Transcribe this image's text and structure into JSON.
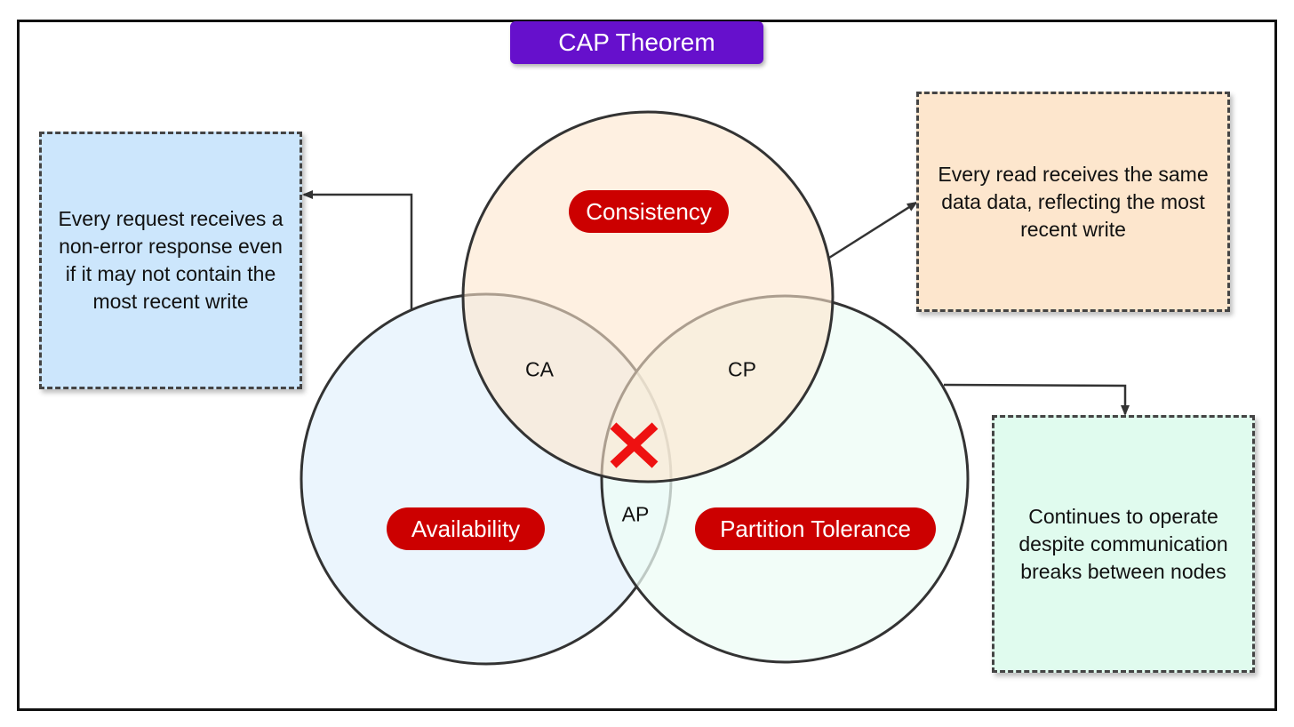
{
  "title": "CAP Theorem",
  "circles": [
    {
      "label": "Consistency",
      "fill": "#fde6cd"
    },
    {
      "label": "Availability",
      "fill": "#e8f3fd"
    },
    {
      "label": "Partition Tolerance",
      "fill": "#edfcf6"
    }
  ],
  "intersections": {
    "ca": "CA",
    "cp": "CP",
    "ap": "AP",
    "center_marker": "red-x-icon"
  },
  "notes": {
    "availability": "Every request receives a non-error response even if it may not contain the most recent write",
    "consistency": "Every read receives the same data data, reflecting the most recent write",
    "partition": "Continues to operate despite communication breaks between nodes"
  },
  "colors": {
    "title_bg": "#6610cc",
    "pill_bg": "#cc0000",
    "cross": "#ee1111",
    "stroke": "#333333",
    "note_availability_bg": "#cce6fc",
    "note_consistency_bg": "#fde6cd",
    "note_partition_bg": "#e0fbee"
  }
}
